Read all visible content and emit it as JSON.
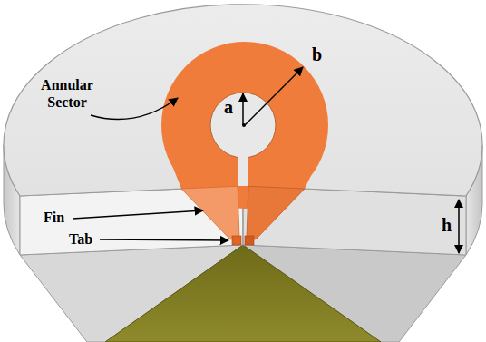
{
  "diagram": {
    "labels": [
      "Annular Sector",
      "a",
      "b",
      "Fin",
      "Tab",
      "h"
    ]
  }
}
